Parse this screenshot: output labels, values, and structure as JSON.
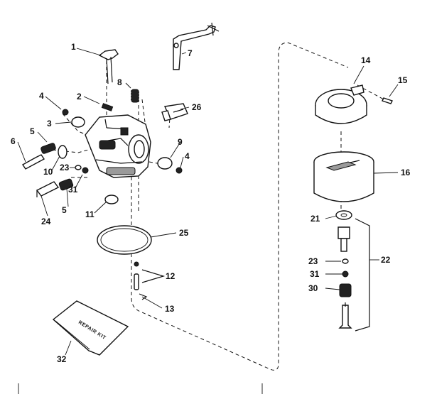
{
  "callouts": {
    "c1": "1",
    "c2": "2",
    "c3": "3",
    "c4a": "4",
    "c4b": "4",
    "c5a": "5",
    "c5b": "5",
    "c6": "6",
    "c7": "7",
    "c8": "8",
    "c9": "9",
    "c10": "10",
    "c11": "11",
    "c12": "12",
    "c13": "13",
    "c14": "14",
    "c15": "15",
    "c16": "16",
    "c21": "21",
    "c22": "22",
    "c23a": "23",
    "c23b": "23",
    "c24": "24",
    "c25": "25",
    "c26": "26",
    "c30": "30",
    "c31a": "31",
    "c31b": "31",
    "c32": "32"
  },
  "repair_kit": {
    "label": "REPAIR KIT"
  }
}
